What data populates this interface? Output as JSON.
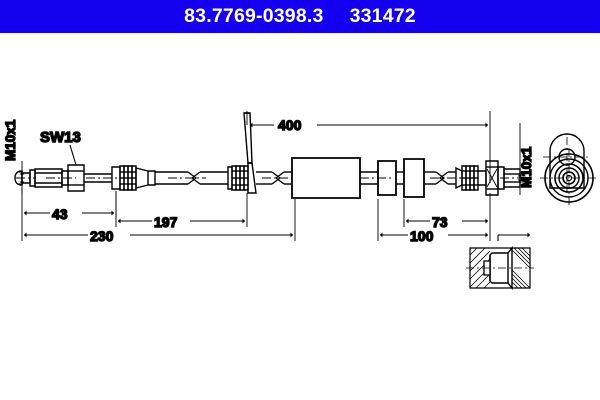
{
  "header": {
    "part_number": "83.7769-0398.3",
    "reference_number": "331472",
    "background_color": "#1400ee",
    "text_color": "#ffffff"
  },
  "drawing": {
    "title": "brake-hose-technical-drawing",
    "line_color": "#000000",
    "background_color": "#ffffff",
    "labels": {
      "left_thread": "M10x1",
      "left_wrench_size": "SW13",
      "right_thread": "M10x1"
    },
    "dimensions": {
      "overall_right_span": "400",
      "left_tip_to_first_crimp": "43",
      "left_section": "197",
      "left_total": "230",
      "right_section": "73",
      "right_total": "100"
    }
  }
}
